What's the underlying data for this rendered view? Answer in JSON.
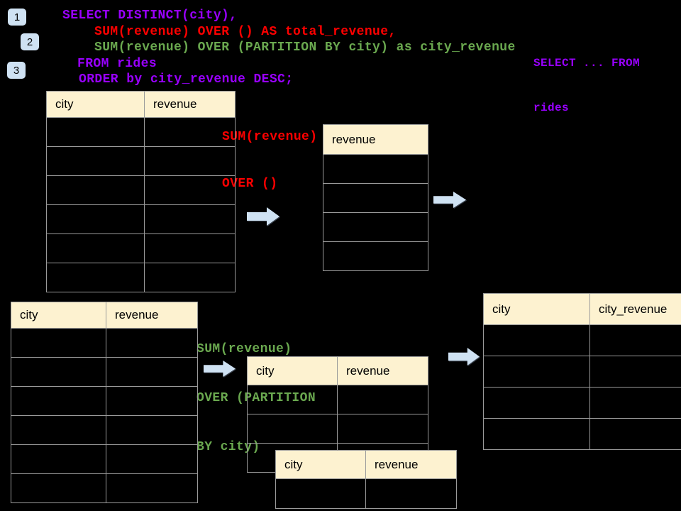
{
  "colors": {
    "background": "#000000",
    "purple": "#9900ff",
    "red": "#ff0000",
    "green": "#6aa84f",
    "badge_blue": "#cfe2f3",
    "arrow_blue": "#cfe2f3",
    "table_header_bg": "#fdf2d0",
    "table_border": "#9a9a9a"
  },
  "badges": [
    {
      "label": "1"
    },
    {
      "label": "2"
    },
    {
      "label": "3"
    }
  ],
  "sql_code": {
    "lines": [
      {
        "text": "SELECT DISTINCT(city),",
        "color": "purple"
      },
      {
        "text": "SUM(revenue) OVER () AS total_revenue,",
        "color": "red"
      },
      {
        "text": "SUM(revenue) OVER (PARTITION BY city) as city_revenue",
        "color": "green"
      },
      {
        "text": "FROM rides",
        "color": "purple"
      },
      {
        "text": "ORDER by city_revenue DESC;",
        "color": "purple"
      }
    ]
  },
  "side_note": {
    "line1": "SELECT ... FROM",
    "line2": "rides"
  },
  "annotations": {
    "total_revenue": {
      "line1": "SUM(revenue)",
      "line2": "OVER ()"
    },
    "partition": {
      "line1": "SUM(revenue)",
      "line2": "OVER (PARTITION",
      "line3": "BY city)"
    }
  },
  "tables": {
    "source_top": {
      "col1": "city",
      "col2": "revenue",
      "data_rows": 6
    },
    "total_result": {
      "col1": "revenue",
      "data_rows": 4
    },
    "source_bottom": {
      "col1": "city",
      "col2": "revenue",
      "data_rows": 6
    },
    "partition_step": {
      "col1": "city",
      "col2": "revenue",
      "data_rows": 3
    },
    "partition_overlay": {
      "col1": "city",
      "col2": "revenue",
      "data_rows": 1
    },
    "partition_result": {
      "col1": "city",
      "col2": "city_revenue",
      "data_rows": 4
    }
  }
}
